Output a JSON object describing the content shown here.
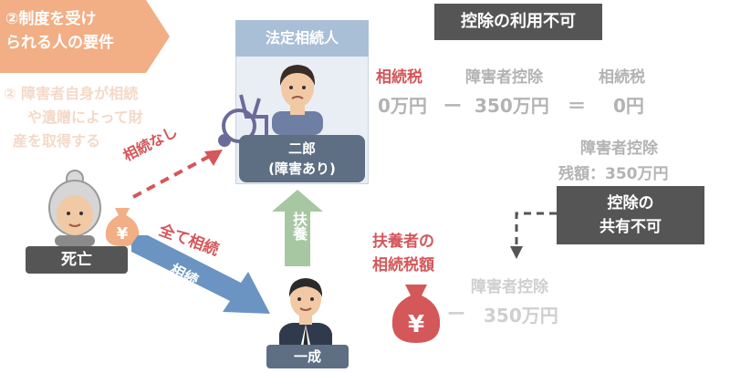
{
  "requirement": {
    "tab_line1": "②制度を受け",
    "tab_line2": "られる人の要件",
    "detail_line1": "② 障害者自身が相続",
    "detail_line2": "や遺贈によって財",
    "detail_line3": "産を取得する"
  },
  "heir": {
    "header": "法定相続人",
    "name": "二郎",
    "note": "(障害あり)"
  },
  "deceased": {
    "label": "死亡"
  },
  "son": {
    "label": "一成"
  },
  "arrows": {
    "no_inherit": "相続なし",
    "all_inherit": "全て相続",
    "inherit": "相続",
    "support": "扶養"
  },
  "banner": {
    "title": "控除の利用不可"
  },
  "calc": {
    "tax_label": "相続税",
    "tax_value": "0万円",
    "deduction_label": "障害者控除",
    "deduction_value": "350万円",
    "result_label": "相続税",
    "result_value": "0円",
    "minus": "ー",
    "equals": "＝"
  },
  "remaining": {
    "label": "障害者控除",
    "value": "残額：350万円"
  },
  "share_box": {
    "line1": "控除の",
    "line2": "共有不可"
  },
  "supporter": {
    "line1": "扶養者の",
    "line2": "相続税額",
    "bag_symbol": "¥",
    "minus": "ー",
    "deduction_label": "障害者控除",
    "deduction_value": "350万円"
  },
  "money_bag_small": {
    "symbol": "¥"
  },
  "colors": {
    "orange": "#f2ae84",
    "red": "#d4575a",
    "green": "#a6c7a2",
    "blue": "#6b94c2",
    "dark": "#555555",
    "slate": "#5e6f83"
  }
}
